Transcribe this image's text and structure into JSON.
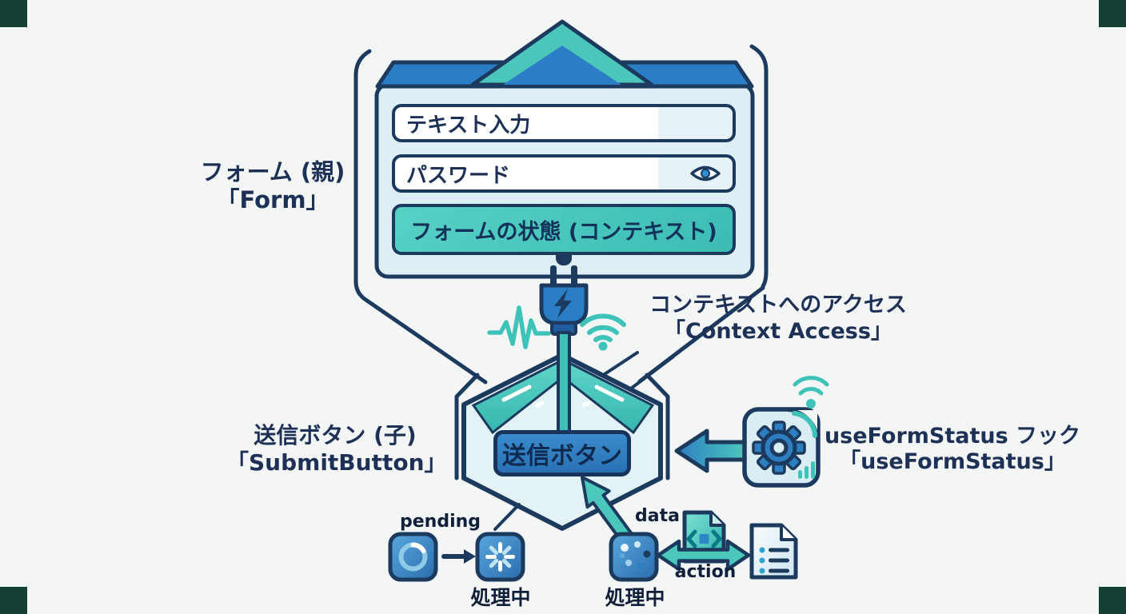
{
  "form": {
    "label_jp": "フォーム (親)",
    "label_en": "「Form」",
    "text_input": "テキスト入力",
    "password_input": "パスワード",
    "status_bar": "フォームの状態 (コンテキスト)"
  },
  "context_access": {
    "label_jp": "コンテキストへのアクセス",
    "label_en": "「Context Access」"
  },
  "submit": {
    "label_jp": "送信ボタン (子)",
    "label_en": "「SubmitButton」",
    "button": "送信ボタン"
  },
  "hook": {
    "label_jp": "useFormStatus フック",
    "label_en": "「useFormStatus」"
  },
  "status_flow": {
    "pending": "pending",
    "processing": "処理中",
    "data": "data",
    "action": "action"
  },
  "icons": {
    "envelope": "envelope-icon",
    "password_visibility": "eye-icon",
    "connection": "power-plug-icon",
    "activity": "pulse-icon",
    "signal": "wifi-icon",
    "hook_module": "gear-document-icon",
    "pending_idle": "spinner-ring-icon",
    "pending_active": "spinner-burst-icon",
    "processing": "spinner-dots-icon",
    "payload": "code-file-icon",
    "transfer": "double-arrow-icon",
    "result": "document-list-icon"
  },
  "colors": {
    "outline_navy": "#1c3a5e",
    "accent_blue": "#2b7ec6",
    "accent_teal": "#3fc3b9",
    "panel_light": "#ddeef5",
    "background": "#f4f6f6",
    "corner_mark": "#153f37"
  }
}
